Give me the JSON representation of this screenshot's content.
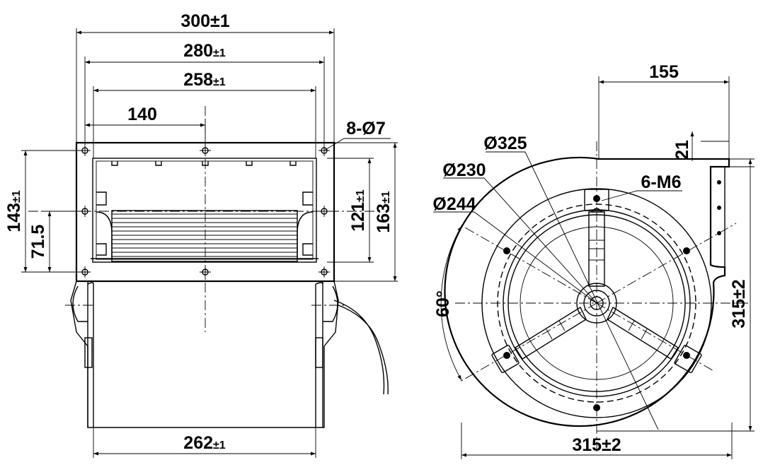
{
  "front_view": {
    "dim_overall_width": "300",
    "tol_overall_width": "±1",
    "dim_flange_width": "280",
    "tol_flange_width": "±1",
    "dim_inner_width": "258",
    "tol_inner_width": "±1",
    "dim_half_width": "140",
    "holes_label": "8-Ø7",
    "dim_left_height": "143",
    "tol_left_height": "±1",
    "dim_half_height": "71.5",
    "dim_inner_height": "121",
    "tol_inner_height": "±1",
    "dim_right_height": "163",
    "tol_right_height": "±1",
    "dim_housing_width": "262",
    "tol_housing_width": "±1"
  },
  "side_view": {
    "dim_top_offset": "155",
    "dim_bracket": "21",
    "dia_outer": "Ø325",
    "dia_230": "Ø230",
    "dia_244": "Ø244",
    "mount_label": "6-M6",
    "angle_label": "60°",
    "dim_height": "315±2",
    "dim_width": "315±2"
  }
}
